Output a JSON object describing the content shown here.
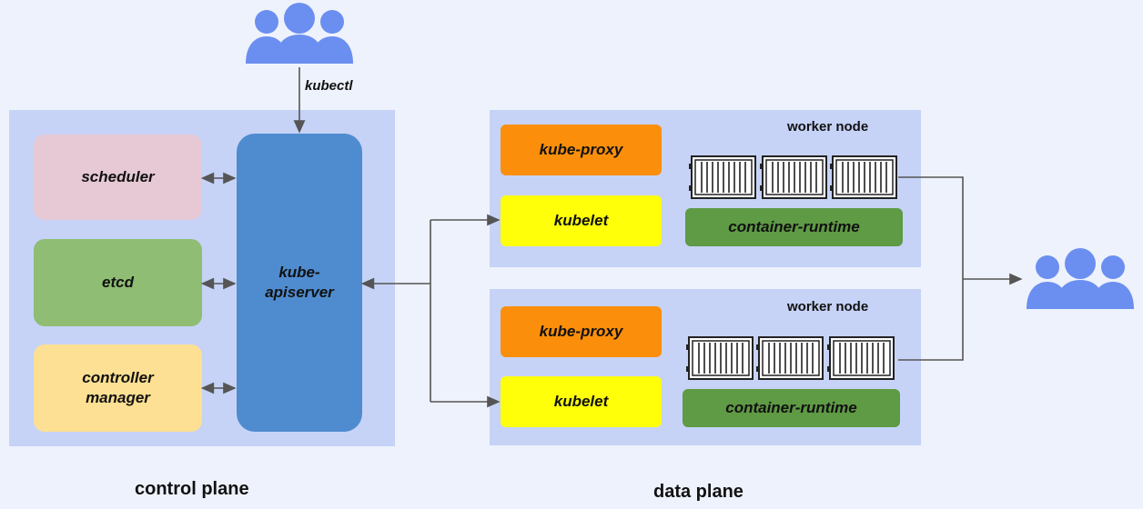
{
  "top_label": "kubectl",
  "control_plane": {
    "caption": "control plane",
    "components": {
      "scheduler": "scheduler",
      "etcd": "etcd",
      "controller_manager": "controller\nmanager",
      "apiserver": "kube-\napiserver"
    }
  },
  "data_plane": {
    "caption": "data plane",
    "nodes": [
      {
        "title": "worker node",
        "proxy": "kube-proxy",
        "kubelet": "kubelet",
        "runtime": "container-runtime"
      },
      {
        "title": "worker node",
        "proxy": "kube-proxy",
        "kubelet": "kubelet",
        "runtime": "container-runtime"
      }
    ]
  },
  "colors": {
    "background": "#eef2fc",
    "panel": "#c6d3f7",
    "scheduler": "#e6c9d4",
    "etcd": "#8fbd73",
    "controller_manager": "#fde093",
    "apiserver": "#4f8ccf",
    "kube_proxy": "#fb8f0b",
    "kubelet": "#ffff0a",
    "container_runtime": "#5f9a45",
    "users": "#6b8ff0"
  },
  "icons": [
    "users-icon",
    "container-icon"
  ]
}
